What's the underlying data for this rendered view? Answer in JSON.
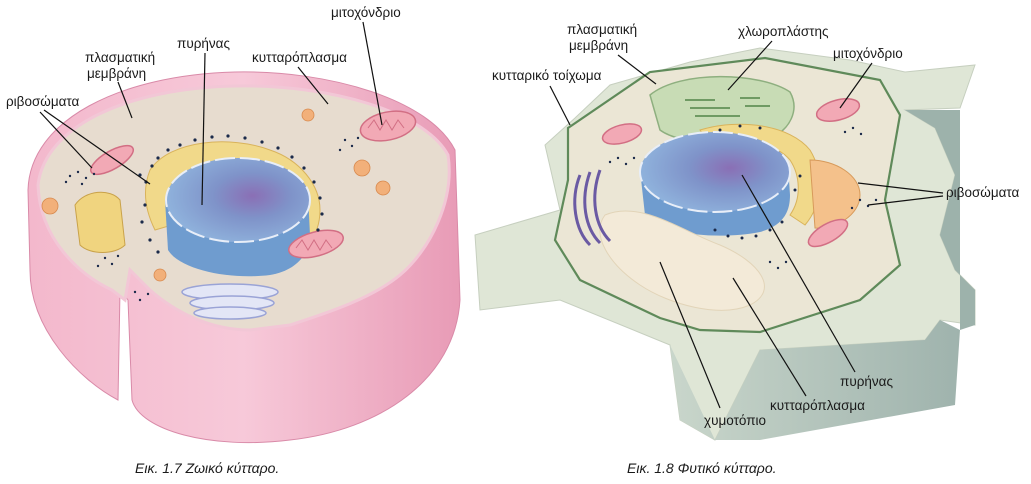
{
  "animal_cell": {
    "labels": {
      "mitochondrion": "μιτοχόνδριο",
      "plasma_membrane_line1": "πλασματική",
      "plasma_membrane_line2": "μεμβράνη",
      "nucleus": "πυρήνας",
      "cytoplasm": "κυτταρόπλασμα",
      "ribosomes": "ριβοσώματα"
    },
    "caption": "Εικ. 1.7  Ζωικό κύτταρο."
  },
  "plant_cell": {
    "labels": {
      "plasma_membrane_line1": "πλασματική",
      "plasma_membrane_line2": "μεμβράνη",
      "chloroplast": "χλωροπλάστης",
      "cell_wall": "κυτταρικό τοίχωμα",
      "mitochondrion": "μιτοχόνδριο",
      "ribosomes": "ριβοσώματα",
      "nucleus": "πυρήνας",
      "cytoplasm": "κυτταρόπλασμα",
      "vacuole": "χυμοτόπιο"
    },
    "caption": "Εικ. 1.8  Φυτικό κύτταρο."
  }
}
